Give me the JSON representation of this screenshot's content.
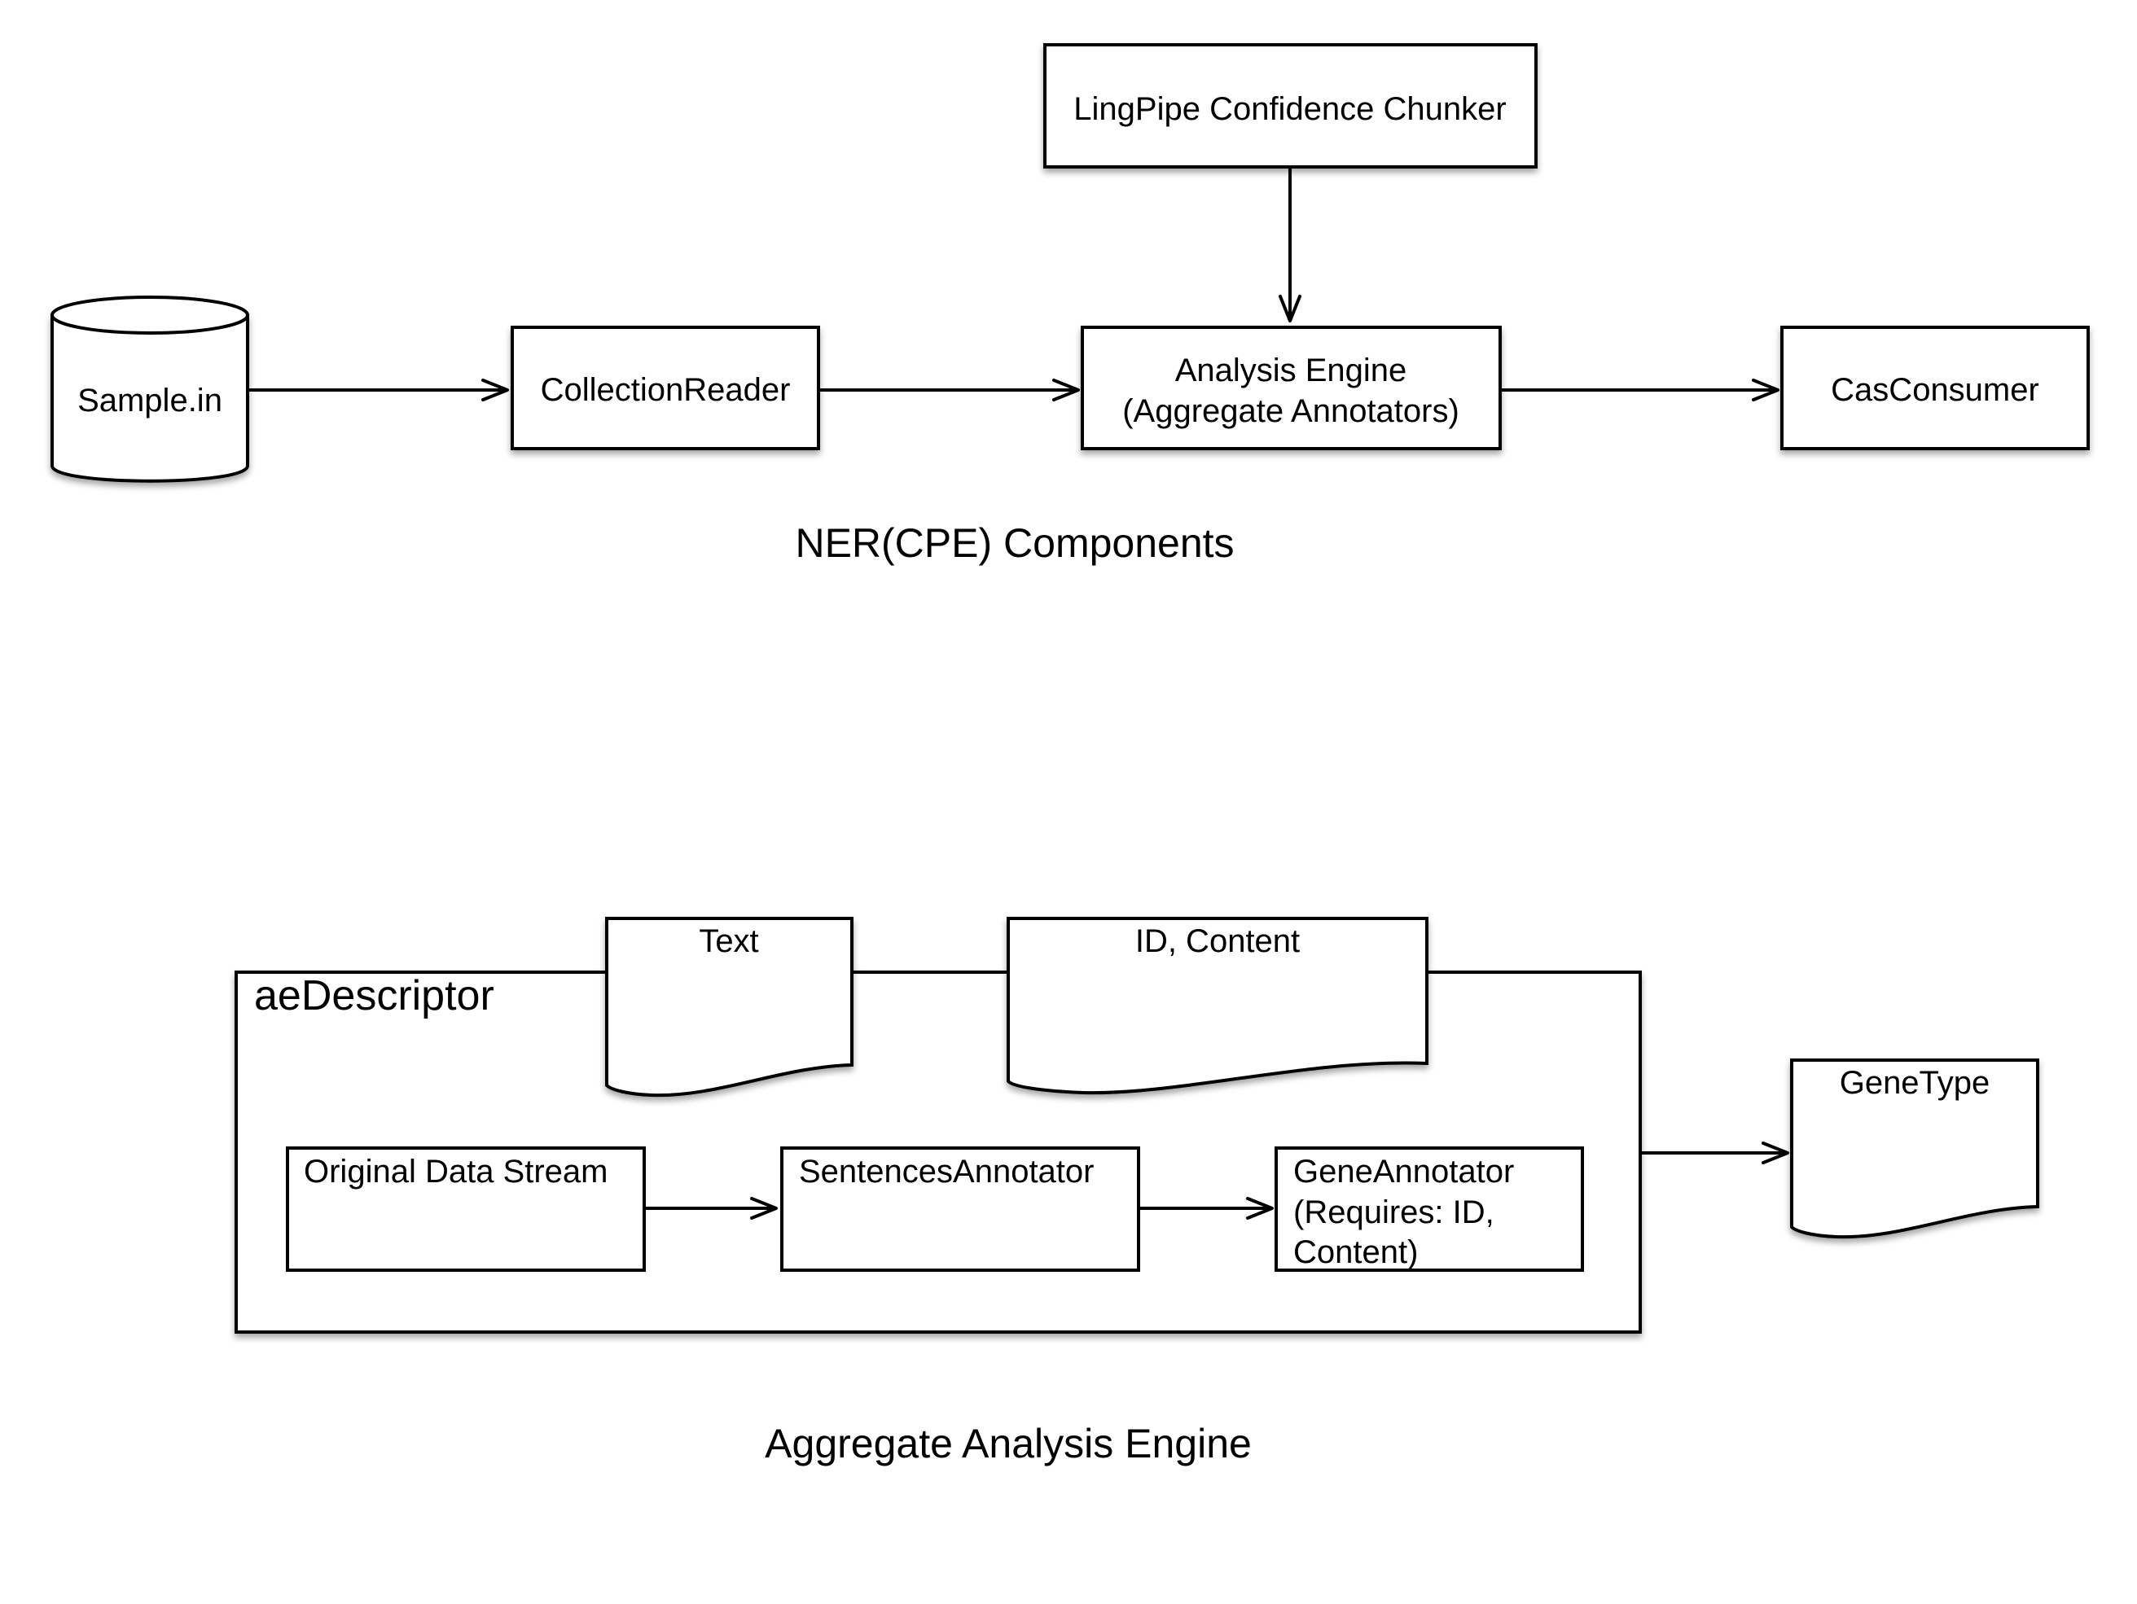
{
  "top": {
    "lingpipe": "LingPipe Confidence Chunker",
    "sample": "Sample.in",
    "reader": "CollectionReader",
    "engine_line1": "Analysis Engine",
    "engine_line2": "(Aggregate Annotators)",
    "consumer": "CasConsumer",
    "caption": "NER(CPE) Components"
  },
  "bottom": {
    "container": "aeDescriptor",
    "doc_text": "Text",
    "doc_id": "ID, Content",
    "stream": "Original Data Stream",
    "sentences": "SentencesAnnotator",
    "gene_line1": "GeneAnnotator",
    "gene_line2": "(Requires: ID,",
    "gene_line3": "Content)",
    "output": "GeneType",
    "caption": "Aggregate Analysis Engine"
  }
}
